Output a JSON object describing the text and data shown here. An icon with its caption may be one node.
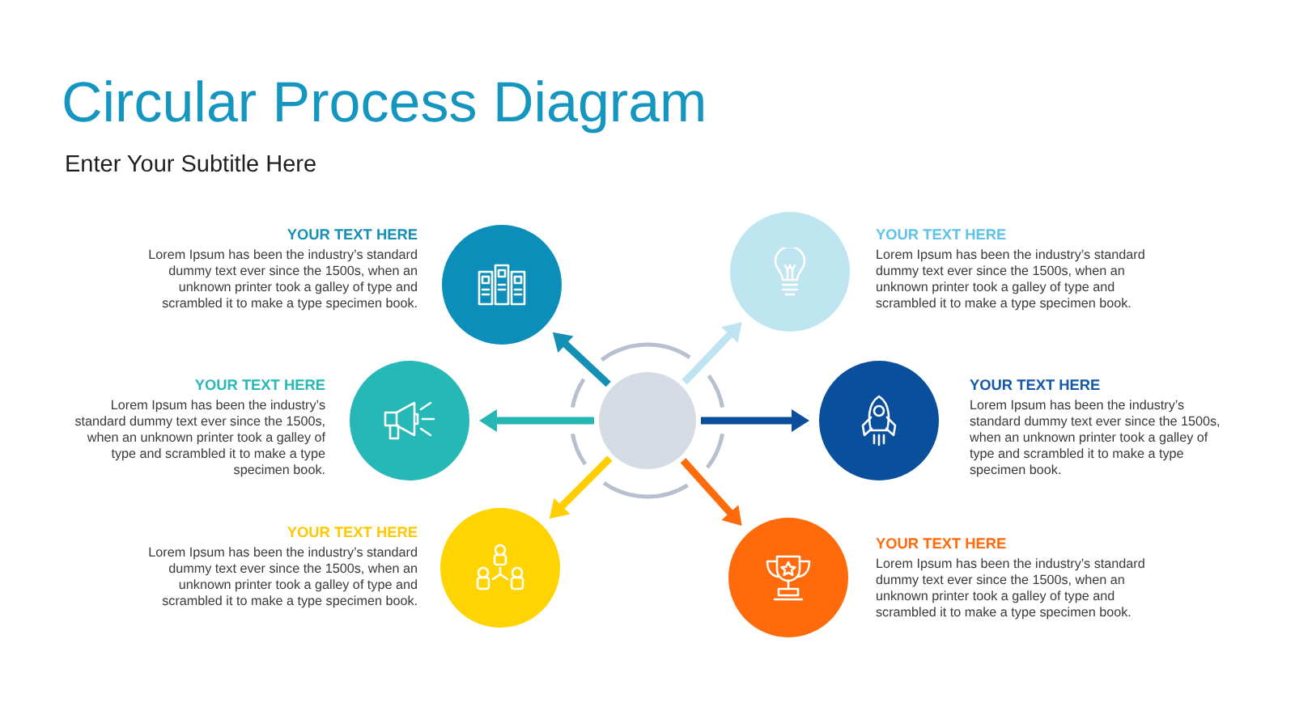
{
  "diagram": {
    "title": "Circular Process Diagram",
    "nodes": [
      {
        "text": [],
        "shape": "circle"
      },
      {
        "text": [],
        "shape": "circle",
        "beside": [
          "YOUR TEXT HERE",
          "Lorem Ipsum has been the industry’s standard dummy text ever since the 1500s, when an unknown printer took a galley of type and scrambled it to make a type specimen book."
        ]
      },
      {
        "text": [],
        "shape": "circle",
        "beside": [
          "YOUR TEXT HERE",
          "Lorem Ipsum has been the industry’s standard dummy text ever since the 1500s, when an unknown printer took a galley of type and scrambled it to make a type specimen book."
        ]
      },
      {
        "text": [],
        "shape": "circle",
        "beside": [
          "YOUR TEXT HERE",
          "Lorem Ipsum has been the industry’s standard dummy text ever since the 1500s, when an unknown printer took a galley of type and scrambled it to make a type specimen book."
        ]
      },
      {
        "text": [],
        "shape": "circle",
        "beside": [
          "YOUR TEXT HERE",
          "Lorem Ipsum has been the industry’s standard dummy text ever since the 1500s, when an unknown printer took a galley of type and scrambled it to make a type specimen book."
        ]
      },
      {
        "text": [],
        "shape": "circle",
        "beside": [
          "YOUR TEXT HERE",
          "Lorem Ipsum has been the industry’s standard dummy text ever since the 1500s, when an unknown printer took a galley of type and scrambled it to make a type specimen book."
        ]
      },
      {
        "text": [],
        "shape": "circle",
        "beside": [
          "YOUR TEXT HERE",
          "Lorem Ipsum has been the industry’s standard dummy text ever since the 1500s, when an unknown printer took a galley of type and scrambled it to make a type specimen book."
        ]
      }
    ],
    "edges": [
      {
        "from": 0,
        "to": 1,
        "arrow": "to",
        "color": "#1590b5"
      },
      {
        "from": 0,
        "to": 2,
        "arrow": "to",
        "color": "#bde4f0"
      },
      {
        "from": 0,
        "to": 3,
        "arrow": "to",
        "color": "#26b7b4"
      },
      {
        "from": 0,
        "to": 4,
        "arrow": "to",
        "color": "#0b4f9c"
      },
      {
        "from": 0,
        "to": 5,
        "arrow": "to",
        "color": "#ffcf00"
      },
      {
        "from": 0,
        "to": 6,
        "arrow": "to",
        "color": "#ff6a0a"
      }
    ],
    "labels": [
      "Enter Your Subtitle Here"
    ]
  }
}
